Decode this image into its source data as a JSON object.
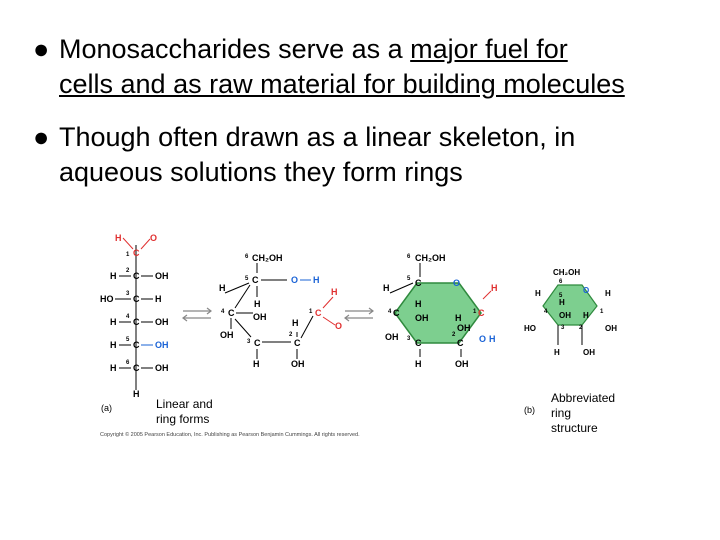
{
  "bullets": [
    {
      "marker": "●",
      "line1_pre": "Monosaccharides serve as a ",
      "line1_link": "major fuel for",
      "line2": "cells and as raw material for building molecules"
    },
    {
      "marker": "●",
      "line1": "Though often drawn as a linear skeleton, in",
      "line2": "aqueous solutions they form rings"
    }
  ],
  "figure": {
    "panel_a_label": "(a)",
    "panel_a_caption_1": "Linear and",
    "panel_a_caption_2": "ring forms",
    "panel_b_label": "(b)",
    "panel_b_caption_1": "Abbreviated ring",
    "panel_b_caption_2": "structure",
    "copyright": "Copyright © 2005 Pearson Education, Inc. Publishing as Pearson Benjamin Cummings. All rights reserved.",
    "colors": {
      "red": "#e03030",
      "blue": "#1a63d6",
      "ring_fill": "#7dcf8f",
      "ring_stroke": "#2f8a3e",
      "arrow": "#888888"
    }
  }
}
